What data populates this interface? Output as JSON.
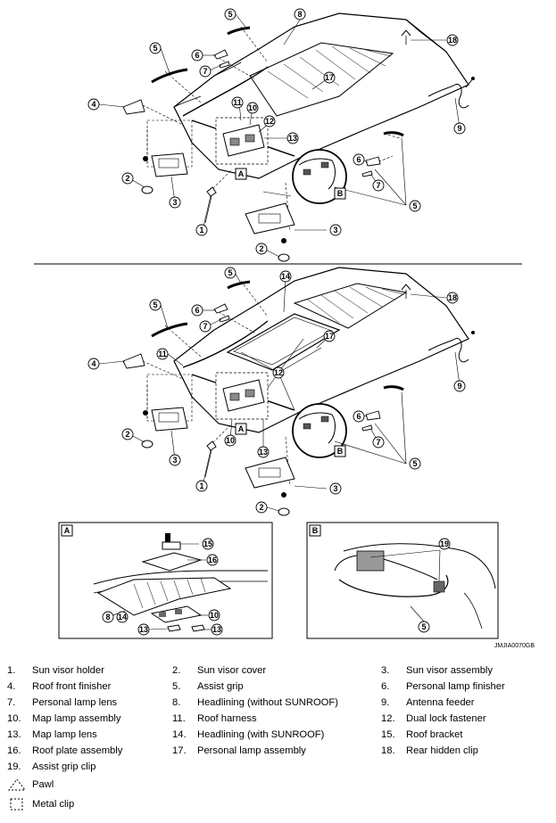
{
  "figure_code": "JMJIA0070GB",
  "callouts": {
    "n1": "1",
    "n2": "2",
    "n3": "3",
    "n4": "4",
    "n5": "5",
    "n6": "6",
    "n7": "7",
    "n8": "8",
    "n9": "9",
    "n10": "10",
    "n11": "11",
    "n12": "12",
    "n13": "13",
    "n14": "14",
    "n15": "15",
    "n16": "16",
    "n17": "17",
    "n18": "18",
    "n19": "19"
  },
  "detail_refs": {
    "a": "A",
    "b": "B"
  },
  "legend": [
    {
      "num": "1.",
      "label": "Sun visor holder"
    },
    {
      "num": "2.",
      "label": "Sun visor cover"
    },
    {
      "num": "3.",
      "label": "Sun visor assembly"
    },
    {
      "num": "4.",
      "label": "Roof front finisher"
    },
    {
      "num": "5.",
      "label": "Assist grip"
    },
    {
      "num": "6.",
      "label": "Personal lamp finisher"
    },
    {
      "num": "7.",
      "label": "Personal lamp lens"
    },
    {
      "num": "8.",
      "label": "Headlining (without SUNROOF)"
    },
    {
      "num": "9.",
      "label": "Antenna feeder"
    },
    {
      "num": "10.",
      "label": "Map lamp assembly"
    },
    {
      "num": "11.",
      "label": "Roof harness"
    },
    {
      "num": "12.",
      "label": "Dual lock fastener"
    },
    {
      "num": "13.",
      "label": "Map lamp lens"
    },
    {
      "num": "14.",
      "label": "Headlining (with SUNROOF)"
    },
    {
      "num": "15.",
      "label": "Roof bracket"
    },
    {
      "num": "16.",
      "label": "Roof plate assembly"
    },
    {
      "num": "17.",
      "label": "Personal lamp assembly"
    },
    {
      "num": "18.",
      "label": "Rear hidden clip"
    },
    {
      "num": "19.",
      "label": "Assist grip clip"
    }
  ],
  "symbols": {
    "pawl": {
      "label": "Pawl",
      "icon": "dashed-triangle"
    },
    "metal_clip": {
      "label": "Metal clip",
      "icon": "dashed-square"
    }
  }
}
